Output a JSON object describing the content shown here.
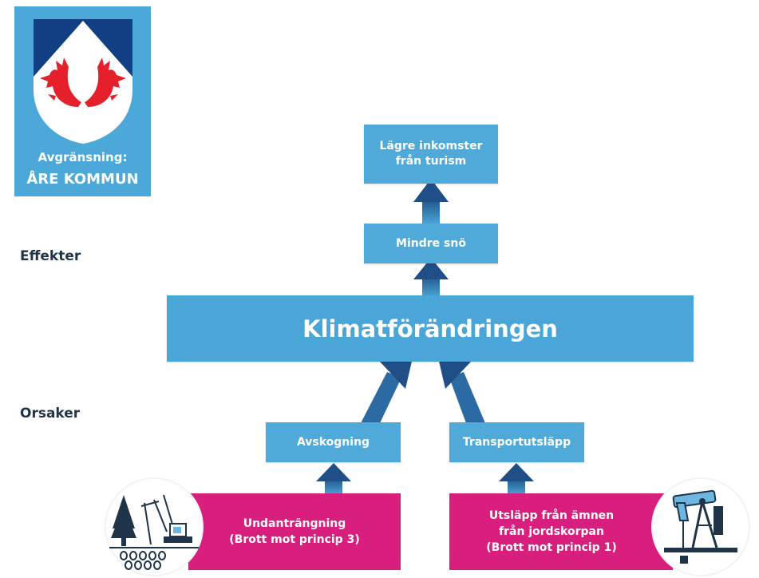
{
  "crest": {
    "caption_line1": "Avgränsning:",
    "caption_line2": "ÅRE KOMMUN",
    "colors": {
      "panel": "#4ba8d8",
      "shield_top": "#123e84",
      "antlers": "#e5202b",
      "shield_body": "#ffffff"
    }
  },
  "labels": {
    "effects": "Effekter",
    "causes": "Orsaker"
  },
  "boxes": {
    "lower_income": [
      "Lägre inkomster",
      "från turism"
    ],
    "less_snow": "Mindre snö",
    "climate_change": "Klimatförändringen",
    "deforestation": "Avskogning",
    "transport_emissions": "Transportutsläpp"
  },
  "pink_boxes": {
    "displacement": [
      "Undanträngning",
      "(Brott mot princip 3)"
    ],
    "emissions": [
      "Utsläpp från ämnen",
      "från jordskorpan",
      "(Brott mot princip 1)"
    ]
  },
  "icons": {
    "left_circle": "forest-logging-icon",
    "right_circle": "oil-pump-icon"
  },
  "colors": {
    "box_blue": "#4fa9d9",
    "arrow_dark": "#1f4f86",
    "arrow_light": "#4aa6d7",
    "pink": "#d81f7e",
    "label_dark": "#1f3349"
  }
}
